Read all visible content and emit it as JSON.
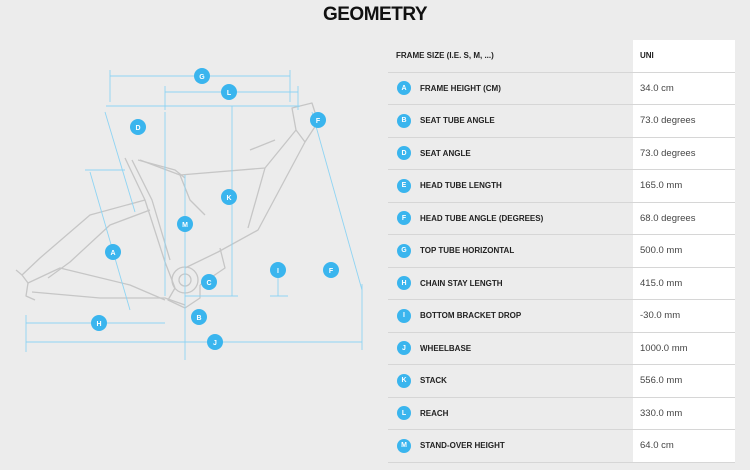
{
  "page": {
    "title": "GEOMETRY"
  },
  "table": {
    "header": {
      "label": "FRAME SIZE (I.E. S, M, ...)",
      "value": "UNI"
    },
    "rows": [
      {
        "badge": "A",
        "label": "FRAME HEIGHT (CM)",
        "value": "34.0 cm"
      },
      {
        "badge": "B",
        "label": "SEAT TUBE ANGLE",
        "value": "73.0 degrees"
      },
      {
        "badge": "D",
        "label": "SEAT ANGLE",
        "value": "73.0 degrees"
      },
      {
        "badge": "E",
        "label": "HEAD TUBE LENGTH",
        "value": "165.0 mm"
      },
      {
        "badge": "F",
        "label": "HEAD TUBE ANGLE (DEGREES)",
        "value": "68.0 degrees"
      },
      {
        "badge": "G",
        "label": "TOP TUBE HORIZONTAL",
        "value": "500.0 mm"
      },
      {
        "badge": "H",
        "label": "CHAIN STAY LENGTH",
        "value": "415.0 mm"
      },
      {
        "badge": "I",
        "label": "BOTTOM BRACKET DROP",
        "value": "-30.0 mm"
      },
      {
        "badge": "J",
        "label": "WHEELBASE",
        "value": "1000.0 mm"
      },
      {
        "badge": "K",
        "label": "STACK",
        "value": "556.0 mm"
      },
      {
        "badge": "L",
        "label": "REACH",
        "value": "330.0 mm"
      },
      {
        "badge": "M",
        "label": "STAND-OVER HEIGHT",
        "value": "64.0 cm"
      }
    ]
  },
  "diagram": {
    "labels": {
      "G": "G",
      "L": "L",
      "D": "D",
      "F": "F",
      "K": "K",
      "M": "M",
      "A": "A",
      "C": "C",
      "I": "I",
      "F2": "F",
      "H": "H",
      "B": "B",
      "J": "J"
    },
    "colors": {
      "accent": "#3ab5ee",
      "frame": "#c4c4c4",
      "line": "#8fd4f3"
    }
  }
}
